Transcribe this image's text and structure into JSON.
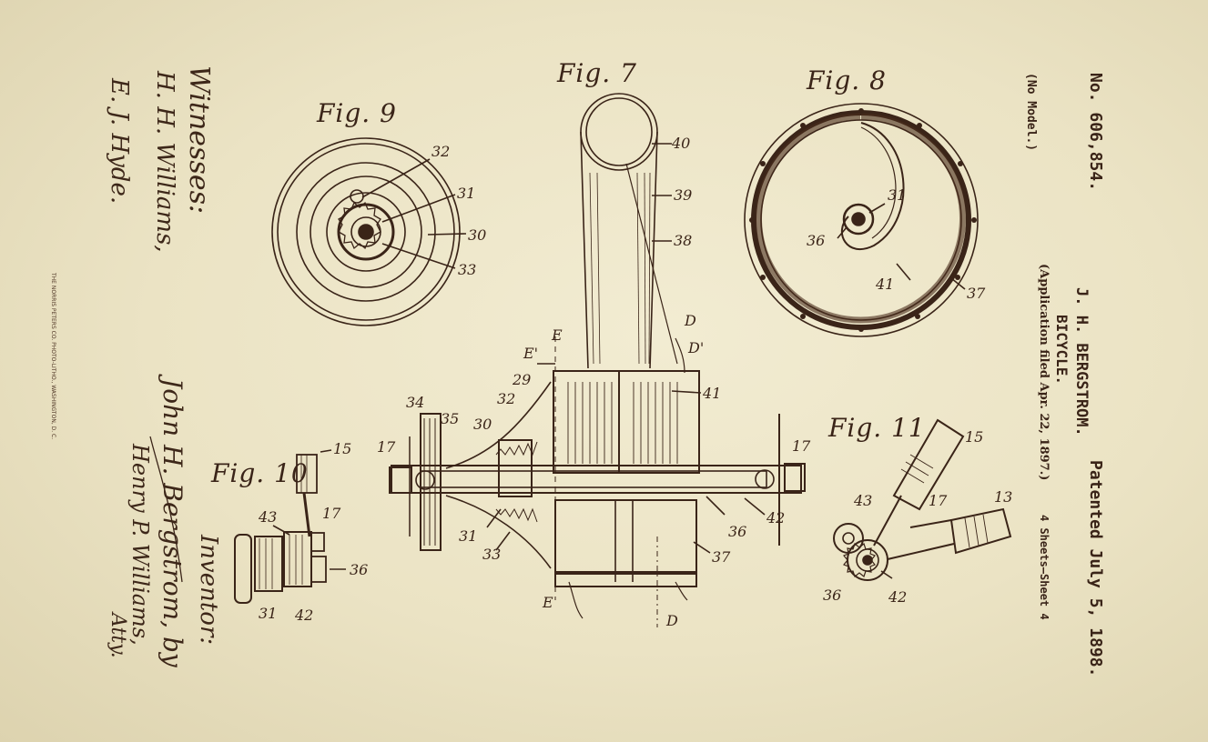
{
  "patent": {
    "number": "No. 606,854.",
    "date": "Patented July 5, 1898.",
    "inventor_name": "J. H. BERGSTROM.",
    "title": "BICYCLE.",
    "application": "(Application filed Apr. 22, 1897.)",
    "model": "(No Model.)",
    "sheets": "4 Sheets—Sheet 4"
  },
  "printer": "THE NORRIS PETERS CO. PHOTO-LITHO., WASHINGTON, D. C.",
  "witnesses": {
    "heading": "Witnesses:",
    "names": [
      "H. H. Williams,",
      "E. J. Hyde."
    ]
  },
  "inventor_block": {
    "heading": "Inventor:",
    "signature": "John H. Bergstrom, by",
    "attorney": "Henry P. Williams,",
    "attorney_role": "Atty."
  },
  "figures": {
    "fig7": "Fig. 7",
    "fig8": "Fig. 8",
    "fig9": "Fig. 9",
    "fig10": "Fig. 10",
    "fig11": "Fig. 11"
  },
  "references": {
    "fig7": [
      "40",
      "39",
      "38",
      "D",
      "D'",
      "E",
      "E'",
      "29",
      "32",
      "41",
      "34",
      "35",
      "30",
      "17",
      "17",
      "31",
      "33",
      "36",
      "42",
      "37",
      "E",
      "D"
    ],
    "fig8": [
      "31",
      "36",
      "41",
      "37"
    ],
    "fig9": [
      "32",
      "31",
      "30",
      "33"
    ],
    "fig10": [
      "15",
      "43",
      "17",
      "36",
      "31",
      "42"
    ],
    "fig11": [
      "15",
      "17",
      "43",
      "13",
      "36",
      "42"
    ]
  }
}
